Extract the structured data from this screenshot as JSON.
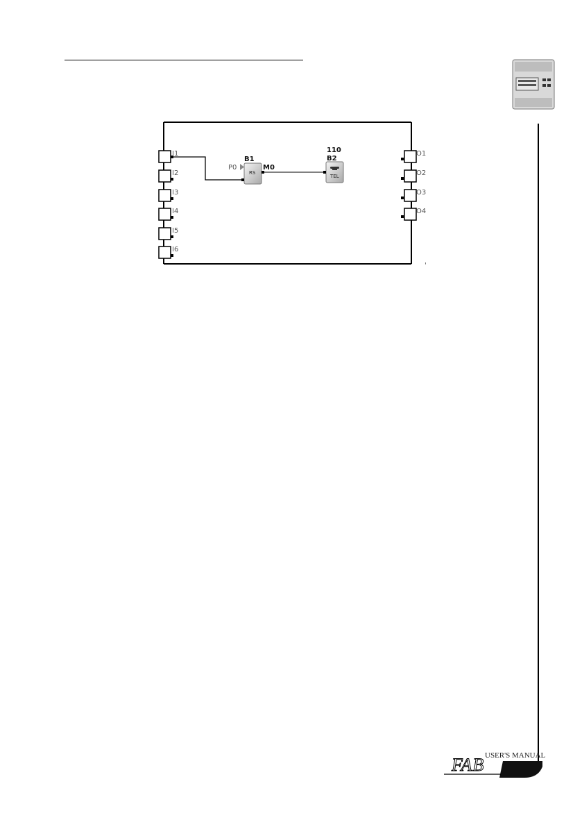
{
  "diagram": {
    "left_inputs": [
      "I1",
      "I2",
      "I3",
      "I4",
      "I5",
      "I6"
    ],
    "right_outputs": [
      "O1",
      "O2",
      "O3",
      "O4"
    ],
    "block_rs": {
      "title": "B1",
      "inner": "RS",
      "param": "P0",
      "output": "M0"
    },
    "block_tel": {
      "number": "110",
      "title": "B2",
      "inner": "TEL"
    },
    "corner_mark": "'"
  },
  "logo": {
    "manual": "USER'S MANUAL",
    "brand": "FAB"
  }
}
